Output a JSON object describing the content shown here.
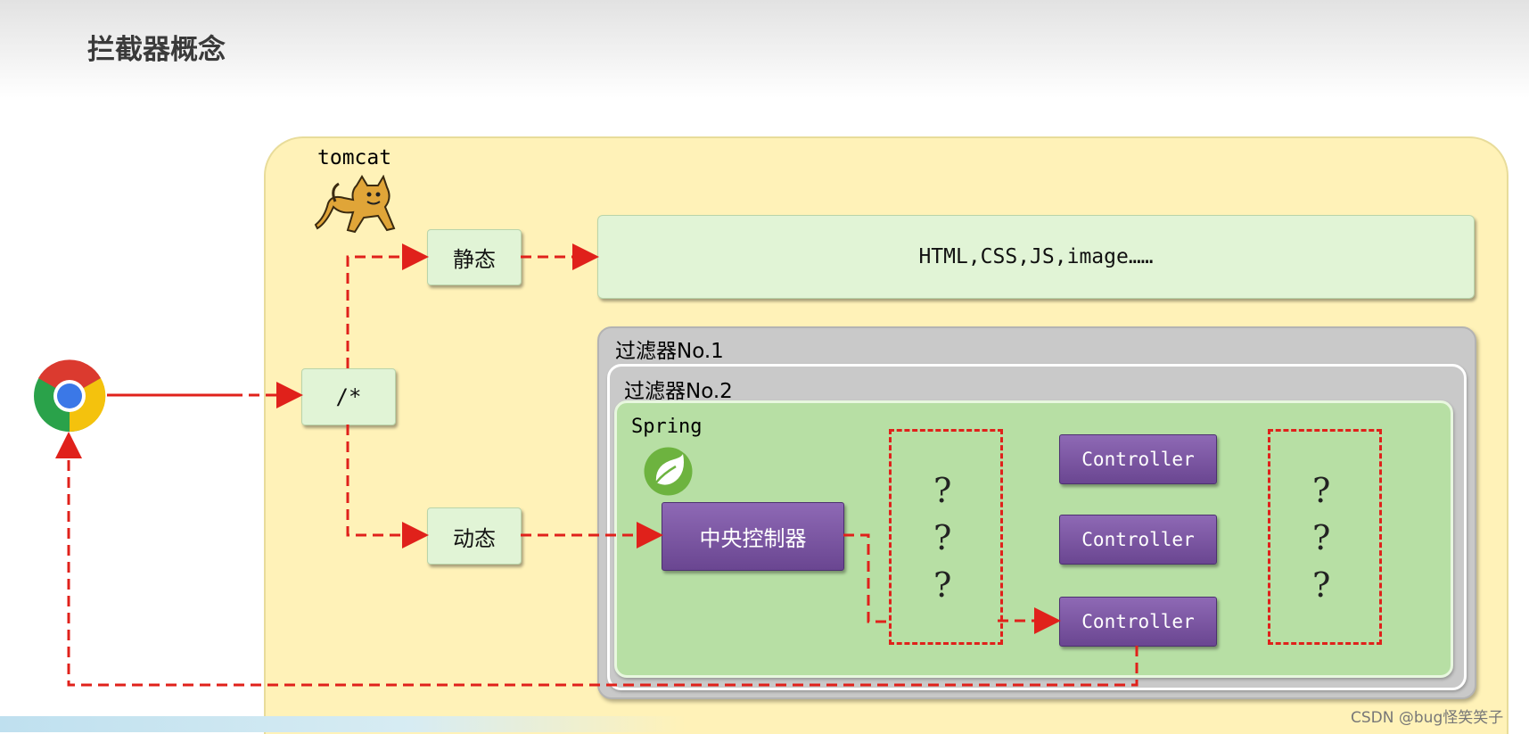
{
  "title": "拦截器概念",
  "tomcat": {
    "label": "tomcat"
  },
  "static": {
    "label": "静态",
    "resources": "HTML,CSS,JS,image……"
  },
  "root_path": "/*",
  "dynamic": {
    "label": "动态"
  },
  "filters": [
    "过滤器No.1",
    "过滤器No.2"
  ],
  "spring": {
    "label": "Spring",
    "dispatcher": "中央控制器"
  },
  "controllers": [
    "Controller",
    "Controller",
    "Controller"
  ],
  "unknown_left": [
    "?",
    "?",
    "?"
  ],
  "unknown_right": [
    "?",
    "?",
    "?"
  ],
  "watermark": "CSDN @bug怪笑笑子",
  "colors": {
    "arrow": "#e0211b",
    "tomcat_bg": "#fff2b8",
    "spring_bg": "#b7dfa4",
    "controller": "#7b57a3"
  },
  "icons": [
    "chrome-icon",
    "tomcat-cat-icon",
    "spring-leaf-icon"
  ]
}
